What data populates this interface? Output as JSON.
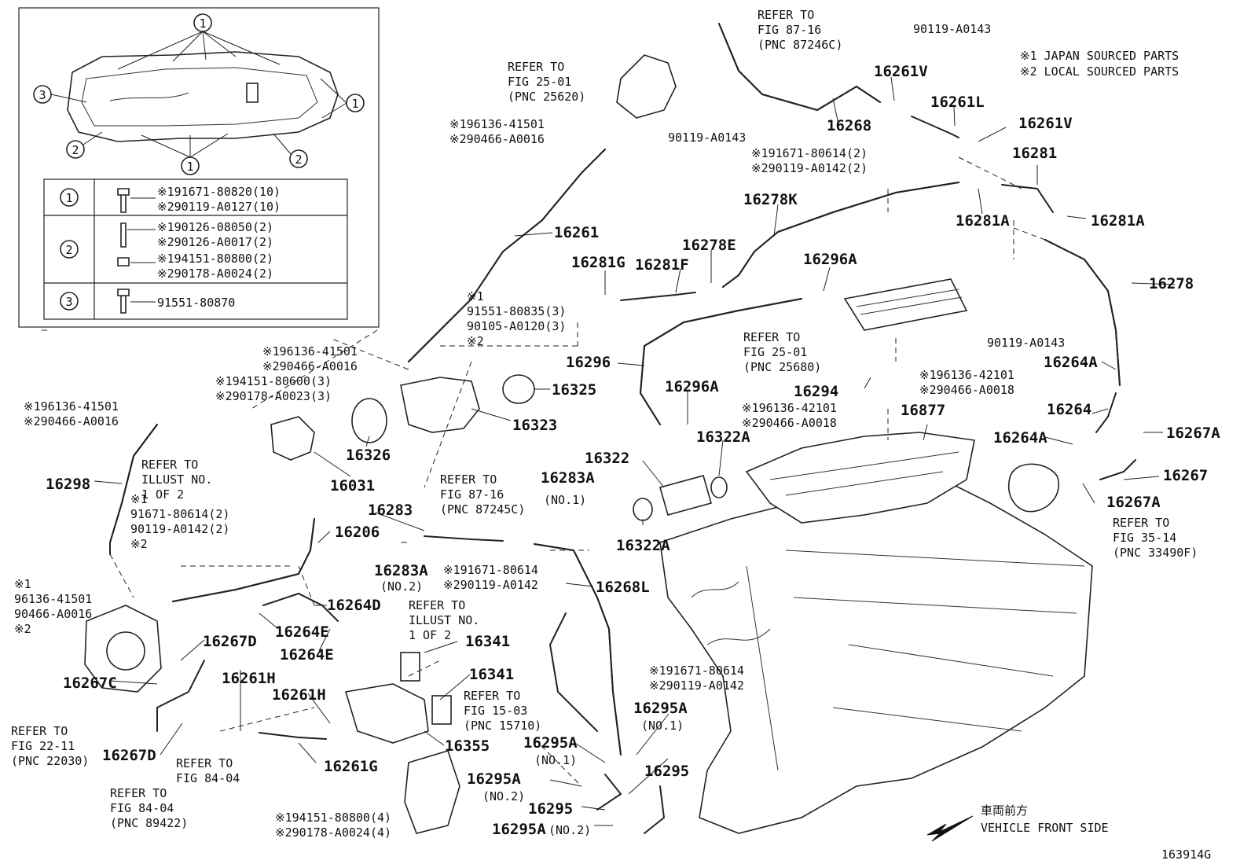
{
  "drawing_id": "163914G",
  "notes": [
    "※1 JAPAN SOURCED PARTS",
    "※2 LOCAL SOURCED PARTS"
  ],
  "direction": {
    "jp": "車両前方",
    "en": "VEHICLE FRONT SIDE"
  },
  "legend": {
    "rows": [
      {
        "num": "1",
        "lines": [
          "※191671-80820(10)",
          "※290119-A0127(10)"
        ]
      },
      {
        "num": "2",
        "lines": [
          "※190126-08050(2)",
          "※290126-A0017(2)",
          "※194151-80800(2)",
          "※290178-A0024(2)"
        ]
      },
      {
        "num": "3",
        "lines": [
          "91551-80870"
        ]
      }
    ],
    "callouts": [
      "1",
      "1",
      "1",
      "2",
      "2",
      "3"
    ]
  },
  "parts": [
    "16261",
    "16261V",
    "16261L",
    "16261V",
    "16268",
    "16281",
    "16281A",
    "16281A",
    "16278K",
    "16278E",
    "16281G",
    "16281F",
    "16296A",
    "16278",
    "16296",
    "16296A",
    "16294",
    "16877",
    "16264A",
    "16264",
    "16264A",
    "16267A",
    "16267",
    "16267A",
    "16322",
    "16322A",
    "16322A",
    "16325",
    "16323",
    "16326",
    "16031",
    "16298",
    "16206",
    "16283",
    "16283A",
    "16283A",
    "16268L",
    "16264D",
    "16264E",
    "16264E",
    "16267D",
    "16267C",
    "16267D",
    "16261H",
    "16261H",
    "16261G",
    "16341",
    "16341",
    "16355",
    "16295A",
    "16295A",
    "16295A",
    "16295",
    "16295",
    "16295A"
  ],
  "sub_labels": [
    "(NO.1)",
    "(NO.2)",
    "(NO.1)",
    "(NO.1)",
    "(NO.2)",
    "(NO.2)"
  ],
  "fasteners": [
    [
      "90119-A0143"
    ],
    [
      "90119-A0143"
    ],
    [
      "※191671-80614(2)",
      "※290119-A0142(2)"
    ],
    [
      "※196136-41501",
      "※290466-A0016"
    ],
    [
      "※1",
      "91551-80835(3)",
      "90105-A0120(3)",
      "※2"
    ],
    [
      "※196136-41501",
      "※290466-A0016"
    ],
    [
      "※194151-80600(3)",
      "※290178-A0023(3)"
    ],
    [
      "※196136-41501",
      "※290466-A0016"
    ],
    [
      "※1",
      "91671-80614(2)",
      "90119-A0142(2)",
      "※2"
    ],
    [
      "※1",
      "96136-41501",
      "90466-A0016",
      "※2"
    ],
    [
      "※196136-42101",
      "※290466-A0018"
    ],
    [
      "※196136-42101",
      "※290466-A0018"
    ],
    [
      "90119-A0143"
    ],
    [
      "※191671-80614",
      "※290119-A0142"
    ],
    [
      "※191671-80614",
      "※290119-A0142"
    ],
    [
      "※194151-80800(4)",
      "※290178-A0024(4)"
    ]
  ],
  "refs": [
    [
      "REFER TO",
      "FIG 87-16",
      "(PNC 87246C)"
    ],
    [
      "REFER TO",
      "FIG 25-01",
      "(PNC 25620)"
    ],
    [
      "REFER TO",
      "FIG 25-01",
      "(PNC 25680)"
    ],
    [
      "REFER TO",
      "FIG 35-14",
      "(PNC 33490F)"
    ],
    [
      "REFER TO",
      "FIG 87-16",
      "(PNC 87245C)"
    ],
    [
      "REFER TO",
      "ILLUST NO.",
      "1 OF 2"
    ],
    [
      "REFER TO",
      "ILLUST NO.",
      "1 OF 2"
    ],
    [
      "REFER TO",
      "FIG 15-03",
      "(PNC 15710)"
    ],
    [
      "REFER TO",
      "FIG 22-11",
      "(PNC 22030)"
    ],
    [
      "REFER TO",
      "FIG 84-04"
    ],
    [
      "REFER TO",
      "FIG 84-04",
      "(PNC 89422)"
    ]
  ]
}
